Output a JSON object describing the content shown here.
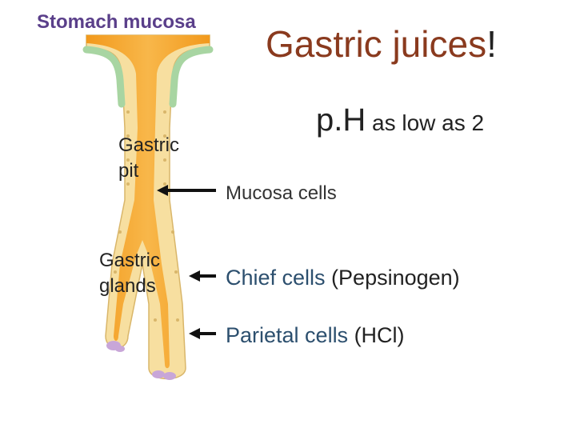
{
  "labels": {
    "stomach_mucosa": "Stomach mucosa",
    "gastric_pit_line1": "Gastric",
    "gastric_pit_line2": "pit",
    "gastric_glands_line1": "Gastric",
    "gastric_glands_line2": "glands"
  },
  "title": {
    "main": "Gastric juices",
    "suffix": "!"
  },
  "ph": {
    "lead": "p.H",
    "rest": " as low as 2"
  },
  "cells": {
    "mucosa": "Mucosa cells",
    "chief": "Chief cells",
    "chief_product": " (Pepsinogen)",
    "parietal": "Parietal cells",
    "parietal_product": " (HCl)"
  },
  "colors": {
    "title": "#8a3a1e",
    "stomach_label": "#5a3f8a",
    "cell_label": "#2c4f6e",
    "lumen": "#f5a623",
    "wall": "#f7dfa0",
    "surface": "#a8d5a2",
    "parietal_cells": "#c8a6d8"
  }
}
